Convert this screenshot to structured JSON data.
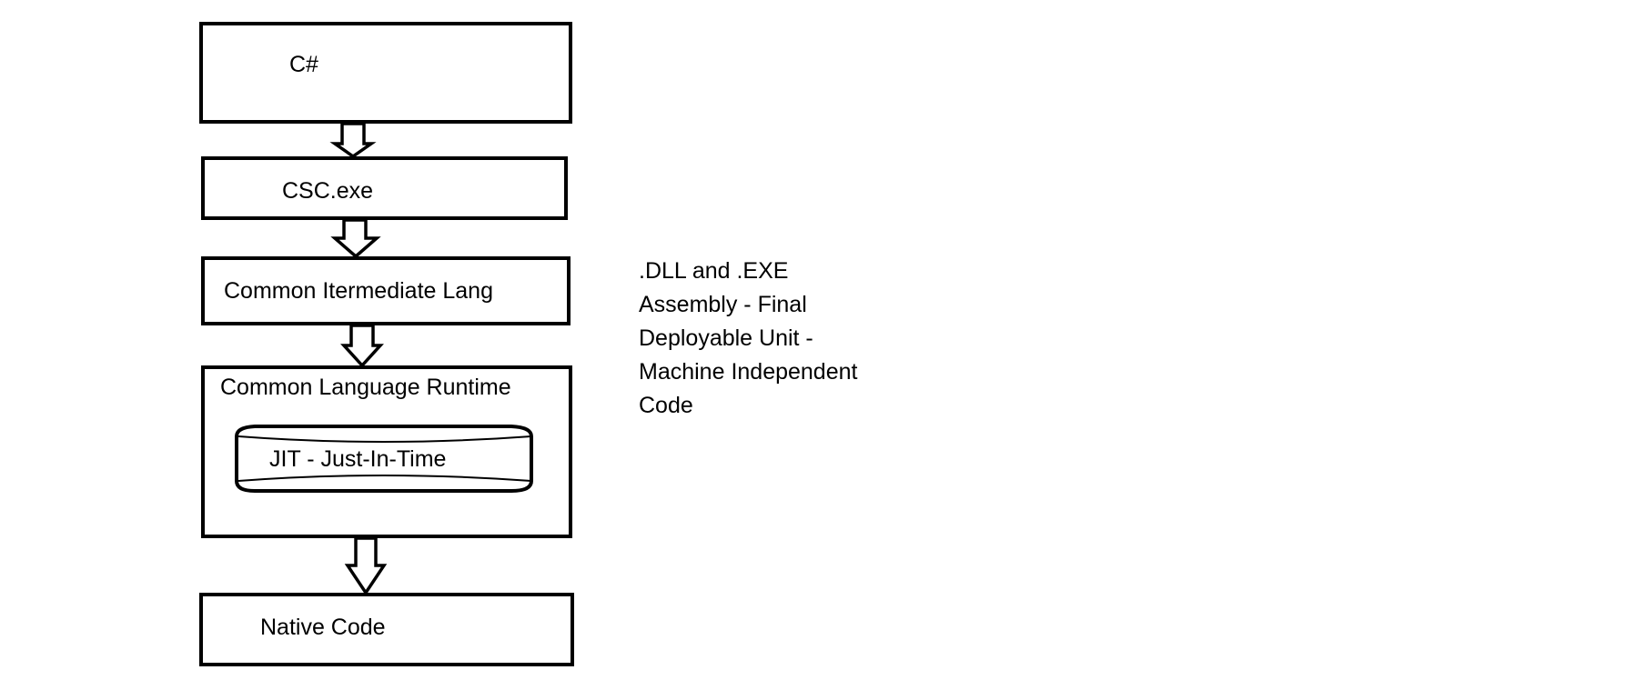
{
  "flow": {
    "source": "C#",
    "compiler": "CSC.exe",
    "cil": "Common Itermediate Lang",
    "clr": "Common Language Runtime",
    "jit": "JIT - Just-In-Time",
    "native": "Native Code"
  },
  "note": {
    "lines": [
      ".DLL and .EXE",
      "Assembly - Final",
      "Deployable Unit -",
      "Machine Independent",
      "Code"
    ]
  },
  "colors": {
    "stroke": "#000000",
    "background": "#ffffff"
  }
}
